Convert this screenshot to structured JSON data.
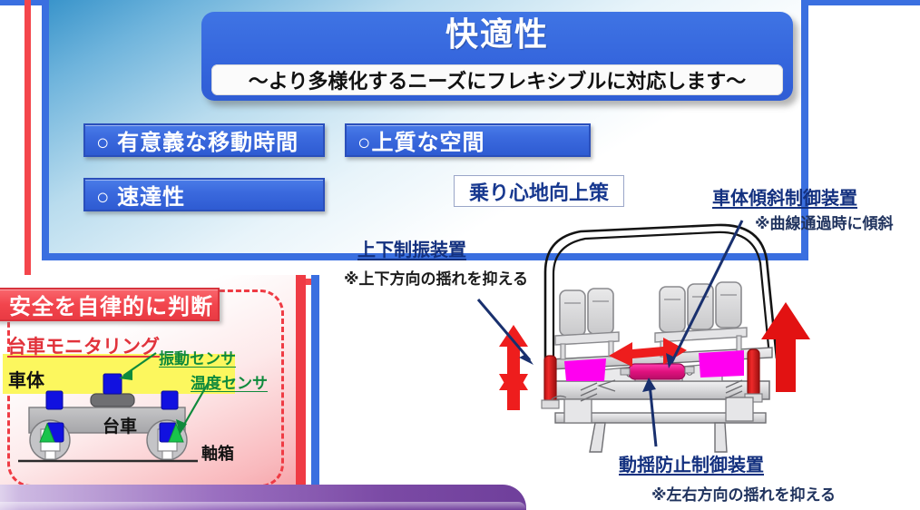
{
  "slide": {
    "title": "快適性",
    "subtitle": "～より多様化するニーズにフレキシブルに対応します～"
  },
  "bullets": [
    {
      "label": "○ 有意義な移動時間"
    },
    {
      "label": "○上質な空間"
    },
    {
      "label": "○ 速達性"
    }
  ],
  "ride_comfort": {
    "box_label": "乗り心地向上策"
  },
  "annotations": [
    {
      "key": "vertical_damper",
      "title": "上下制振装置",
      "note": "※上下方向の揺れを抑える"
    },
    {
      "key": "tilt_control",
      "title": "車体傾斜制御装置",
      "note": "※曲線通過時に傾斜"
    },
    {
      "key": "yaw_damper",
      "title": "動揺防止制御装置",
      "note": "※左右方向の揺れを抑える"
    }
  ],
  "monitoring": {
    "banner": "安全を自律的に判断",
    "subtitle": "台車モニタリング",
    "labels": {
      "carbody": "車体",
      "bogie": "台車",
      "axlebox": "軸箱"
    },
    "sensors": [
      {
        "label": "振動センサ"
      },
      {
        "label": "温度センサ"
      }
    ]
  },
  "colors": {
    "frame_blue": "#3a6fe0",
    "frame_red": "#f4464c",
    "plate_blue": "#3b6ade",
    "banner_red": "#ef3b44",
    "sensor_green": "#0f8a3c",
    "annotation_navy": "#13307f",
    "air_spring_magenta": "#ff00f0",
    "damper_red": "#e01b1b",
    "highlight_yellow": "#fcf75e",
    "bottom_bar_purple": "#7b4aa5"
  },
  "icons": {
    "bullet": "circle-outline-icon",
    "vertical_arrow": "double-arrow-vertical-icon",
    "horizontal_arrow": "double-arrow-horizontal-icon",
    "up_arrow": "arrow-up-icon",
    "pointer": "arrow-pointer-icon"
  }
}
